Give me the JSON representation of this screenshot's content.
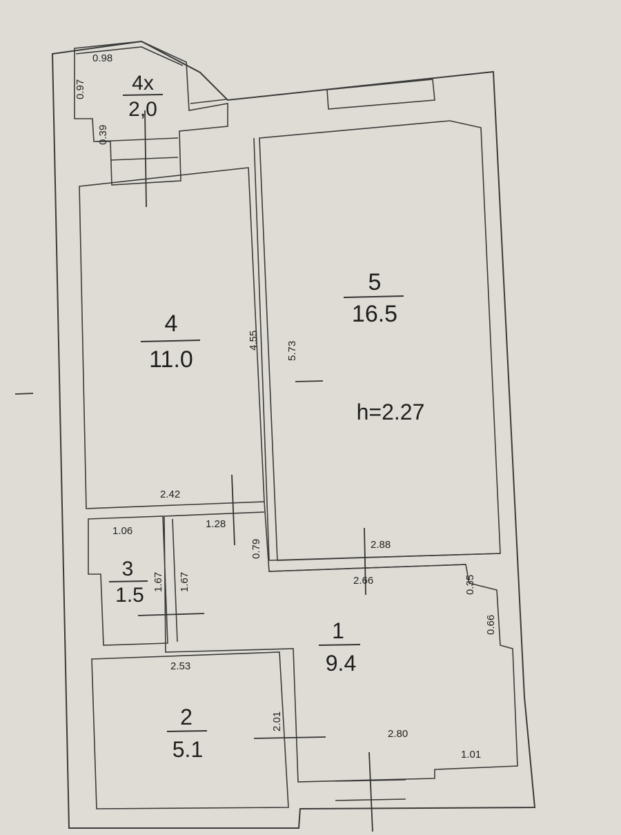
{
  "colors": {
    "paper": "#dedcd4",
    "ink": "#2b2b2b"
  },
  "rooms": [
    {
      "id": "4x",
      "number": "4x",
      "area": "2,0"
    },
    {
      "id": "4",
      "number": "4",
      "area": "11.0"
    },
    {
      "id": "5",
      "number": "5",
      "area": "16.5"
    },
    {
      "id": "3",
      "number": "3",
      "area": "1.5"
    },
    {
      "id": "1",
      "number": "1",
      "area": "9.4"
    },
    {
      "id": "2",
      "number": "2",
      "area": "5.1"
    }
  ],
  "ceiling_height": "h=2.27",
  "dimensions": {
    "balcony_width": "0.98",
    "balcony_depth": "0.97",
    "balcony_step": "0.39",
    "room4_height": "4.55",
    "room4_width": "2.42",
    "room5_height": "5.73",
    "room5_width": "2.88",
    "hall_top": "1.28",
    "hall_notch": "0.79",
    "room3_width": "1.06",
    "room3_height_left": "1.67",
    "room3_height_right": "1.67",
    "corridor_width": "2.66",
    "right_step_1": "0.35",
    "right_step_2": "0.66",
    "room2_width": "2.53",
    "room2_height": "2.01",
    "hall_width": "2.80",
    "hall_step": "1.01"
  }
}
